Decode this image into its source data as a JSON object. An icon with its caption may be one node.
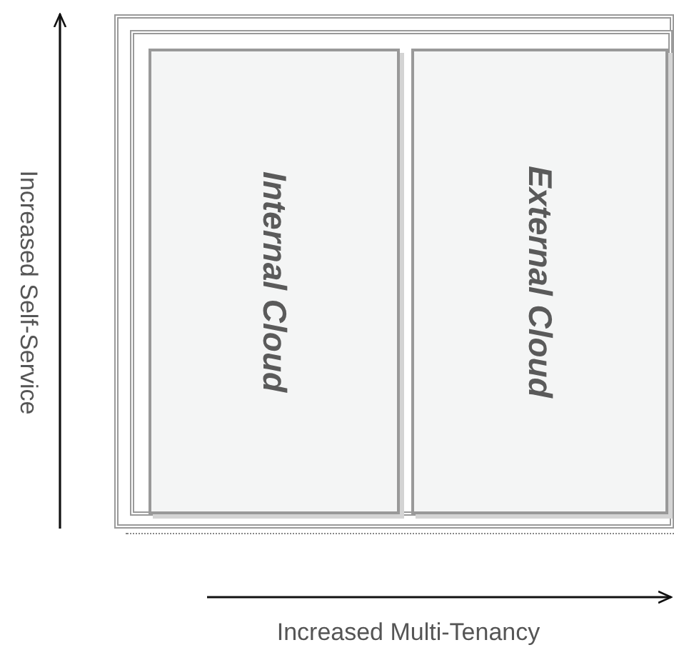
{
  "diagram": {
    "nodes": [
      {
        "text": [],
        "shape": "box"
      },
      {
        "text": [],
        "shape": "box",
        "in": 0
      },
      {
        "text": [
          "Internal Cloud"
        ],
        "in": 1
      },
      {
        "text": [
          "External Cloud"
        ],
        "in": 1
      }
    ],
    "labels": [
      "Increased Self-Service",
      "Increased Multi-Tenancy"
    ]
  }
}
